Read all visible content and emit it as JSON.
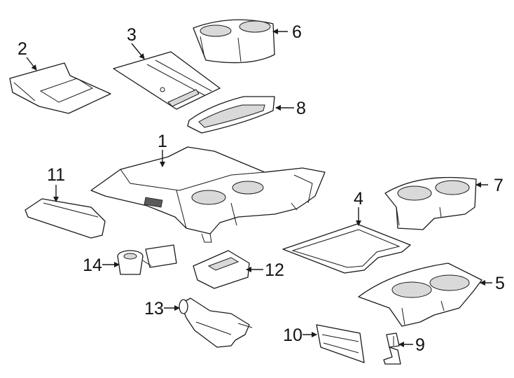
{
  "callouts": {
    "c1": "1",
    "c2": "2",
    "c3": "3",
    "c4": "4",
    "c5": "5",
    "c6": "6",
    "c7": "7",
    "c8": "8",
    "c9": "9",
    "c10": "10",
    "c11": "11",
    "c12": "12",
    "c13": "13",
    "c14": "14"
  },
  "icons": [
    "arrow-head"
  ],
  "colors": {
    "line": "#1a1a1a",
    "shade": "#d9d9d9",
    "background": "#ffffff"
  }
}
